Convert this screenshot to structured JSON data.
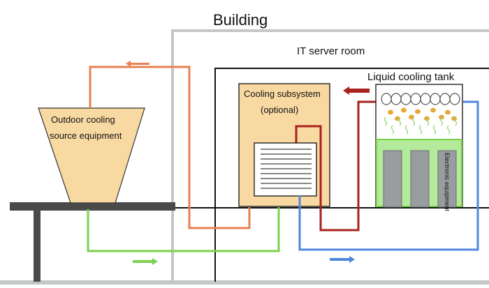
{
  "labels": {
    "building": "Building",
    "server_room": "IT server room",
    "cooling_tank": "Liquid cooling tank",
    "subsystem_line1": "Cooling subsystem",
    "subsystem_line2": "(optional)",
    "outdoor_line1": "Outdoor cooling",
    "outdoor_line2": "source equipment",
    "electronic": "Electronic equipment"
  },
  "colors": {
    "building_wall": "#c3c7c7",
    "orange_pipe": "#e8804f",
    "red_pipe": "#a8221e",
    "green_pipe": "#7ad24e",
    "blue_pipe": "#4f87db",
    "funnel_fill": "#f8d9a2",
    "subsystem_fill": "#f8d9a2",
    "tank_liquid": "#b3ea9b",
    "tank_liquid_border": "#79d046",
    "equipment_gray": "#9a9d9f",
    "droplet": "#e8a836",
    "bubble": "#8ed96a",
    "table": "#4a4a4a"
  }
}
